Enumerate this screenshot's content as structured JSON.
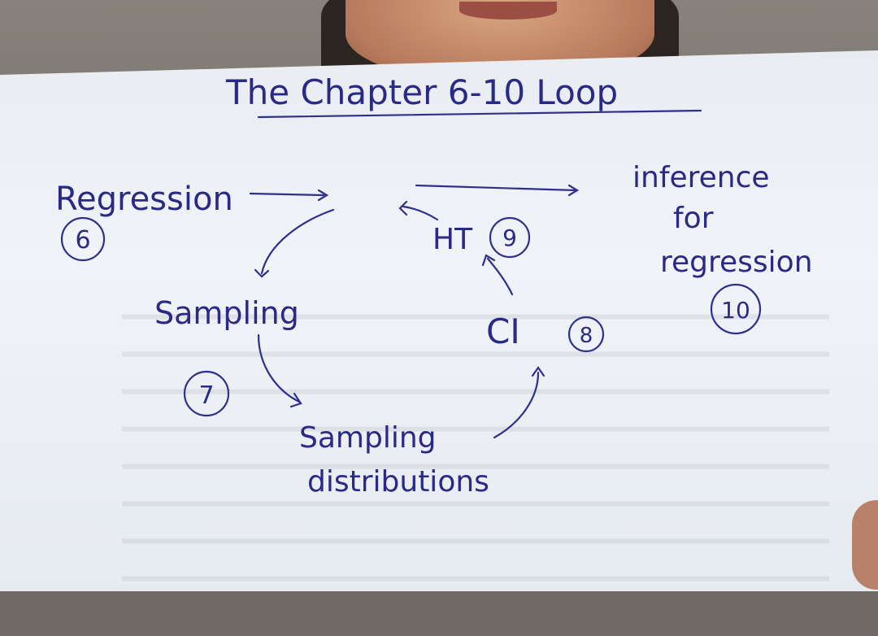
{
  "title": "The Chapter 6-10 Loop",
  "nodes": [
    {
      "label": "Regression",
      "number": "6"
    },
    {
      "label": "Sampling",
      "number": "7"
    },
    {
      "label_line1": "Sampling",
      "label_line2": "distributions"
    },
    {
      "label": "CI",
      "number": "8"
    },
    {
      "label": "HT",
      "number": "9"
    },
    {
      "label_line1": "inference",
      "label_line2": "for",
      "label_line3": "regression",
      "number": "10"
    }
  ],
  "ink_color": "#2f2f8c"
}
